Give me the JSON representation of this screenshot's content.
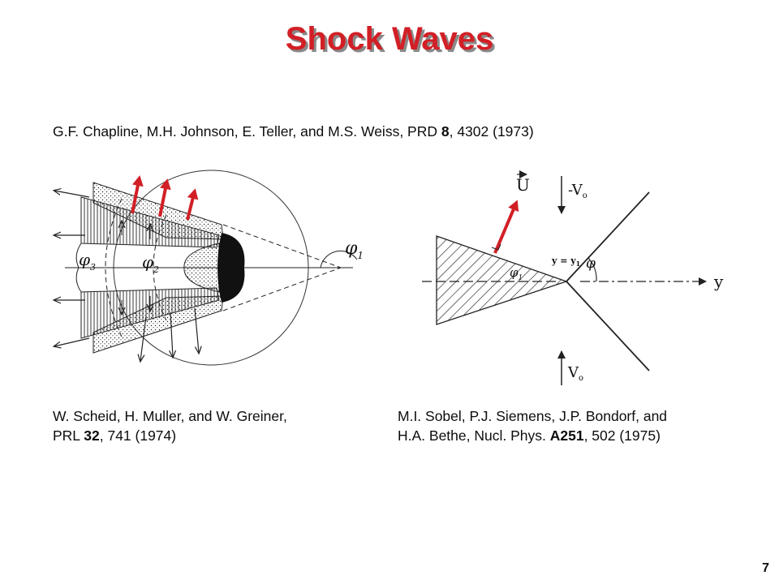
{
  "slide": {
    "title": "Shock Waves",
    "page_number": "7"
  },
  "references": {
    "top": {
      "authors": "G.F. Chapline, M.H. Johnson, E. Teller, and M.S. Weiss, PRD ",
      "volume": "8",
      "rest": ", 4302 (1973)"
    },
    "left": {
      "line1": "W. Scheid, H. Muller, and W. Greiner,",
      "line2_prefix": "PRL ",
      "volume": "32",
      "line2_rest": ", 741 (1974)"
    },
    "right": {
      "line1": "M.I. Sobel, P.J. Siemens, J.P. Bondorf, and",
      "line2_prefix": "H.A. Bethe, Nucl. Phys. ",
      "volume": "A251",
      "line2_rest": ", 502 (1975)"
    }
  },
  "figure_left": {
    "labels": {
      "phi1": "φ",
      "phi1_sub": "1",
      "phi2": "φ",
      "phi2_sub": "2",
      "phi3": "φ",
      "phi3_sub": "3"
    },
    "arrow_color": "#d21f26"
  },
  "figure_right": {
    "labels": {
      "u": "U",
      "minus_v0": "-V",
      "minus_v0_sub": "o",
      "v0": "V",
      "v0_sub": "o",
      "y_axis": "y",
      "y_eq": "y = y",
      "y_eq_sub": "1",
      "phi": "φ",
      "phi1": "φ",
      "phi1_sub": "1"
    },
    "arrow_color": "#d21f26"
  }
}
